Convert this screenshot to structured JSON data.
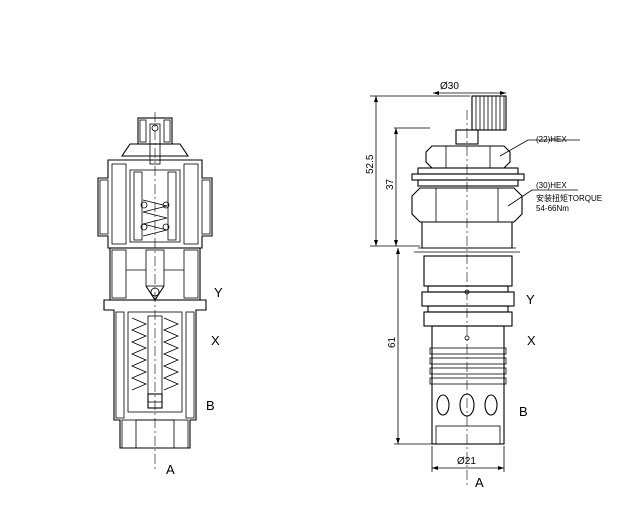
{
  "left_view": {
    "port_labels": {
      "y": "Y",
      "x": "X",
      "b": "B",
      "a": "A"
    }
  },
  "right_view": {
    "dimensions": {
      "top_diameter": "Ø30",
      "bottom_diameter": "Ø21",
      "height_total": "52.5",
      "height_upper": "37",
      "height_lower": "61"
    },
    "callouts": {
      "small_hex": "(22)HEX",
      "large_hex": "(30)HEX",
      "torque_label": "安装扭矩TORQUE",
      "torque_value": "54-66Nm"
    },
    "port_labels": {
      "y": "Y",
      "x": "X",
      "b": "B",
      "a": "A"
    }
  }
}
